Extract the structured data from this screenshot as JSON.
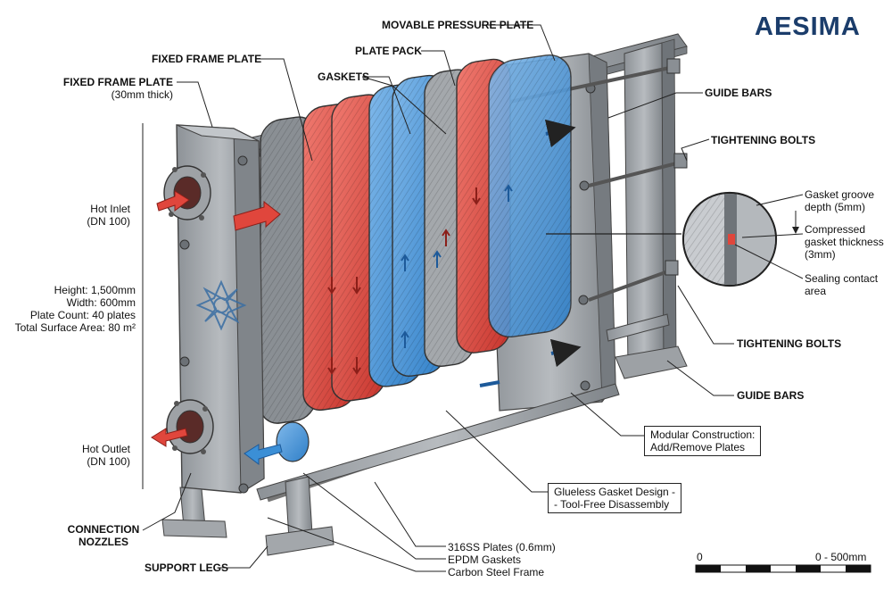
{
  "brand": {
    "name": "AESIMA",
    "color": "#1b3d6b"
  },
  "colors": {
    "hot": "#e0463c",
    "cold": "#3b8fd6",
    "steel": "#9a9ea3",
    "outline": "#333333"
  },
  "labels": {
    "movable_pressure_plate": "MOVABLE PRESSURE PLATE",
    "plate_pack": "PLATE PACK",
    "fixed_frame_plate": "FIXED FRAME PLATE",
    "fixed_frame_plate_thick_title": "FIXED FRAME PLATE",
    "fixed_frame_plate_thick_sub": "(30mm thick)",
    "gaskets": "GASKETS",
    "guide_bars_top": "GUIDE BARS",
    "tightening_bolts_top": "TIGHTENING BOLTS",
    "tightening_bolts_bottom": "TIGHTENING BOLTS",
    "guide_bars_bottom": "GUIDE BARS",
    "connection_nozzles_1": "CONNECTION",
    "connection_nozzles_2": "NOZZLES",
    "support_legs": "SUPPORT LEGS",
    "hot_inlet_1": "Hot Inlet",
    "hot_inlet_2": "(DN 100)",
    "hot_outlet_1": "Hot Outlet",
    "hot_outlet_2": "(DN 100)"
  },
  "specs": [
    "Height: 1,500mm",
    "Width: 600mm",
    "Plate Count: 40 plates",
    "Total Surface Area: 80 m²"
  ],
  "detail": {
    "groove_1": "Gasket groove",
    "groove_2": "depth (5mm)",
    "compressed_1": "Compressed",
    "compressed_2": "gasket thickness",
    "compressed_3": "(3mm)",
    "sealing_1": "Sealing contact",
    "sealing_2": "area"
  },
  "callouts": {
    "modular_1": "Modular Construction:",
    "modular_2": "Add/Remove Plates",
    "glueless_1": "Glueless Gasket Design -",
    "glueless_2": "- Tool-Free Disassembly"
  },
  "materials": [
    "316SS Plates (0.6mm)",
    "EPDM Gaskets",
    "Carbon Steel Frame"
  ],
  "scale": {
    "start": "0",
    "end": "0 - 500mm"
  }
}
